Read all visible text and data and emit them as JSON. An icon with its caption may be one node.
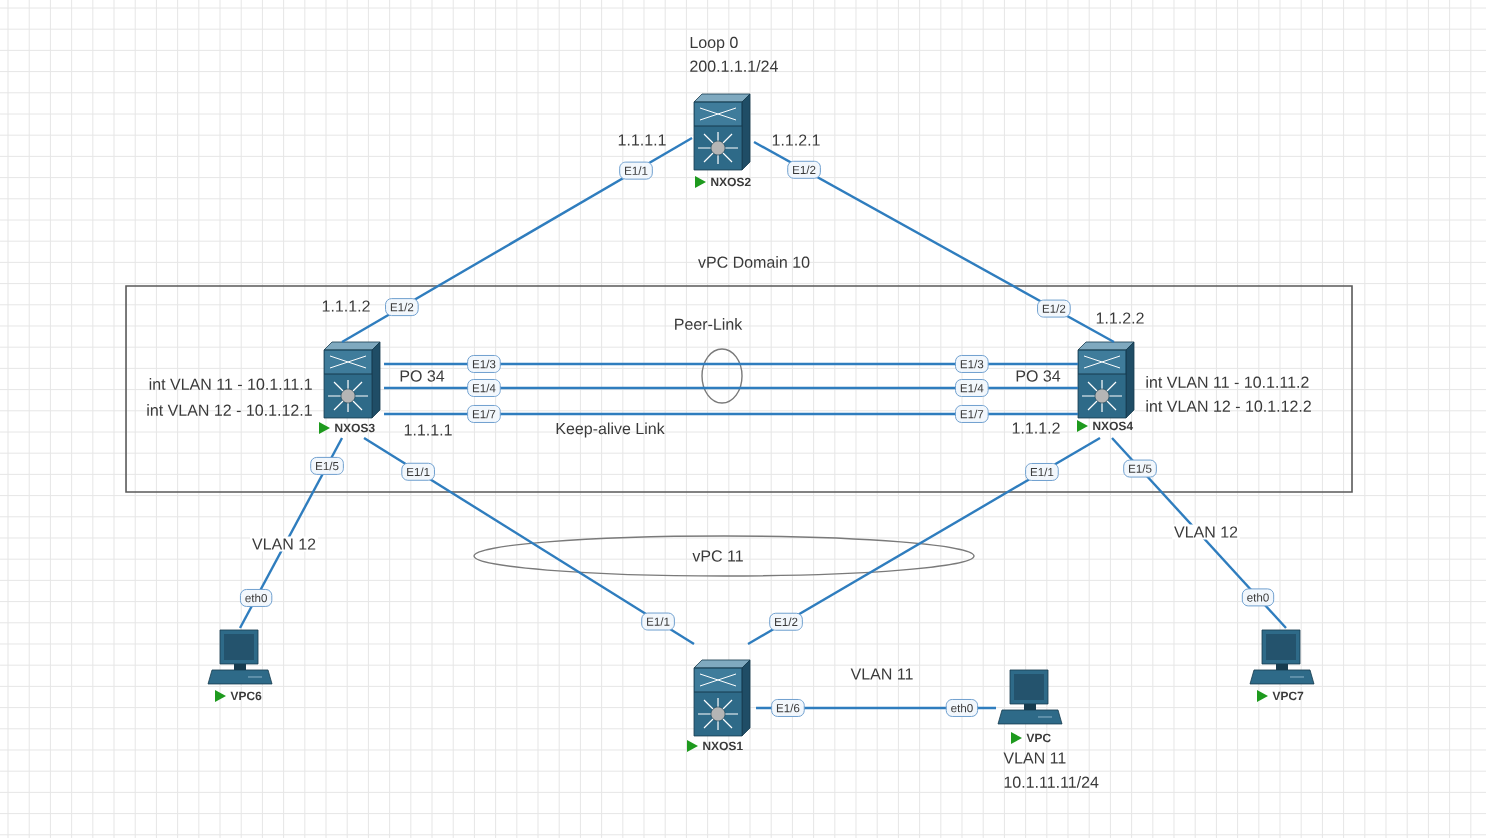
{
  "diagram": {
    "nodes": [
      {
        "text": [
          "NXOS2"
        ],
        "beside": [
          "Loop 0",
          "200.1.1.1/24"
        ]
      },
      {
        "text": [
          "vPC Domain 10"
        ]
      },
      {
        "text": [
          "NXOS3"
        ],
        "in": 1,
        "beside": [
          "int VLAN 11 - 10.1.11.1",
          "int VLAN 12 - 10.1.12.1"
        ]
      },
      {
        "text": [
          "NXOS4"
        ],
        "in": 1,
        "beside": [
          "int VLAN 11 - 10.1.11.2",
          "int VLAN 12 - 10.1.12.2"
        ]
      },
      {
        "text": [
          "VPC6"
        ]
      },
      {
        "text": [
          "NXOS1"
        ]
      },
      {
        "text": [
          "VPC"
        ],
        "beside": [
          "VLAN 11",
          "10.1.11.11/24"
        ]
      },
      {
        "text": [
          "VPC7"
        ]
      }
    ],
    "edges": [
      {
        "from": 0,
        "to": 2,
        "arrow": "none"
      },
      {
        "from": 0,
        "to": 3,
        "arrow": "none"
      },
      {
        "from": 2,
        "to": 3,
        "arrow": "none"
      },
      {
        "from": 2,
        "to": 3,
        "arrow": "none"
      },
      {
        "from": 2,
        "to": 3,
        "arrow": "none",
        "label": "Keep-alive Link"
      },
      {
        "from": 2,
        "to": 4,
        "arrow": "none",
        "label": "VLAN 12"
      },
      {
        "from": 2,
        "to": 5,
        "arrow": "none"
      },
      {
        "from": 3,
        "to": 5,
        "arrow": "none"
      },
      {
        "from": 3,
        "to": 7,
        "arrow": "none",
        "label": "VLAN 12"
      },
      {
        "from": 5,
        "to": 6,
        "arrow": "none",
        "label": "VLAN 11"
      }
    ],
    "labels": [
      "1.1.1.1",
      "1.1.2.1",
      "E1/1",
      "E1/2",
      "1.1.1.2",
      "E1/2",
      "E1/2",
      "1.1.2.2",
      "Peer-Link",
      "E1/3",
      "E1/3",
      "PO 34",
      "PO 34",
      "E1/4",
      "E1/4",
      "E1/7",
      "E1/7",
      "1.1.1.1",
      "1.1.1.2",
      "E1/5",
      "E1/1",
      "E1/1",
      "E1/5",
      "vPC 11",
      "eth0",
      "eth0",
      "E1/1",
      "E1/2",
      "E1/6",
      "eth0"
    ]
  }
}
